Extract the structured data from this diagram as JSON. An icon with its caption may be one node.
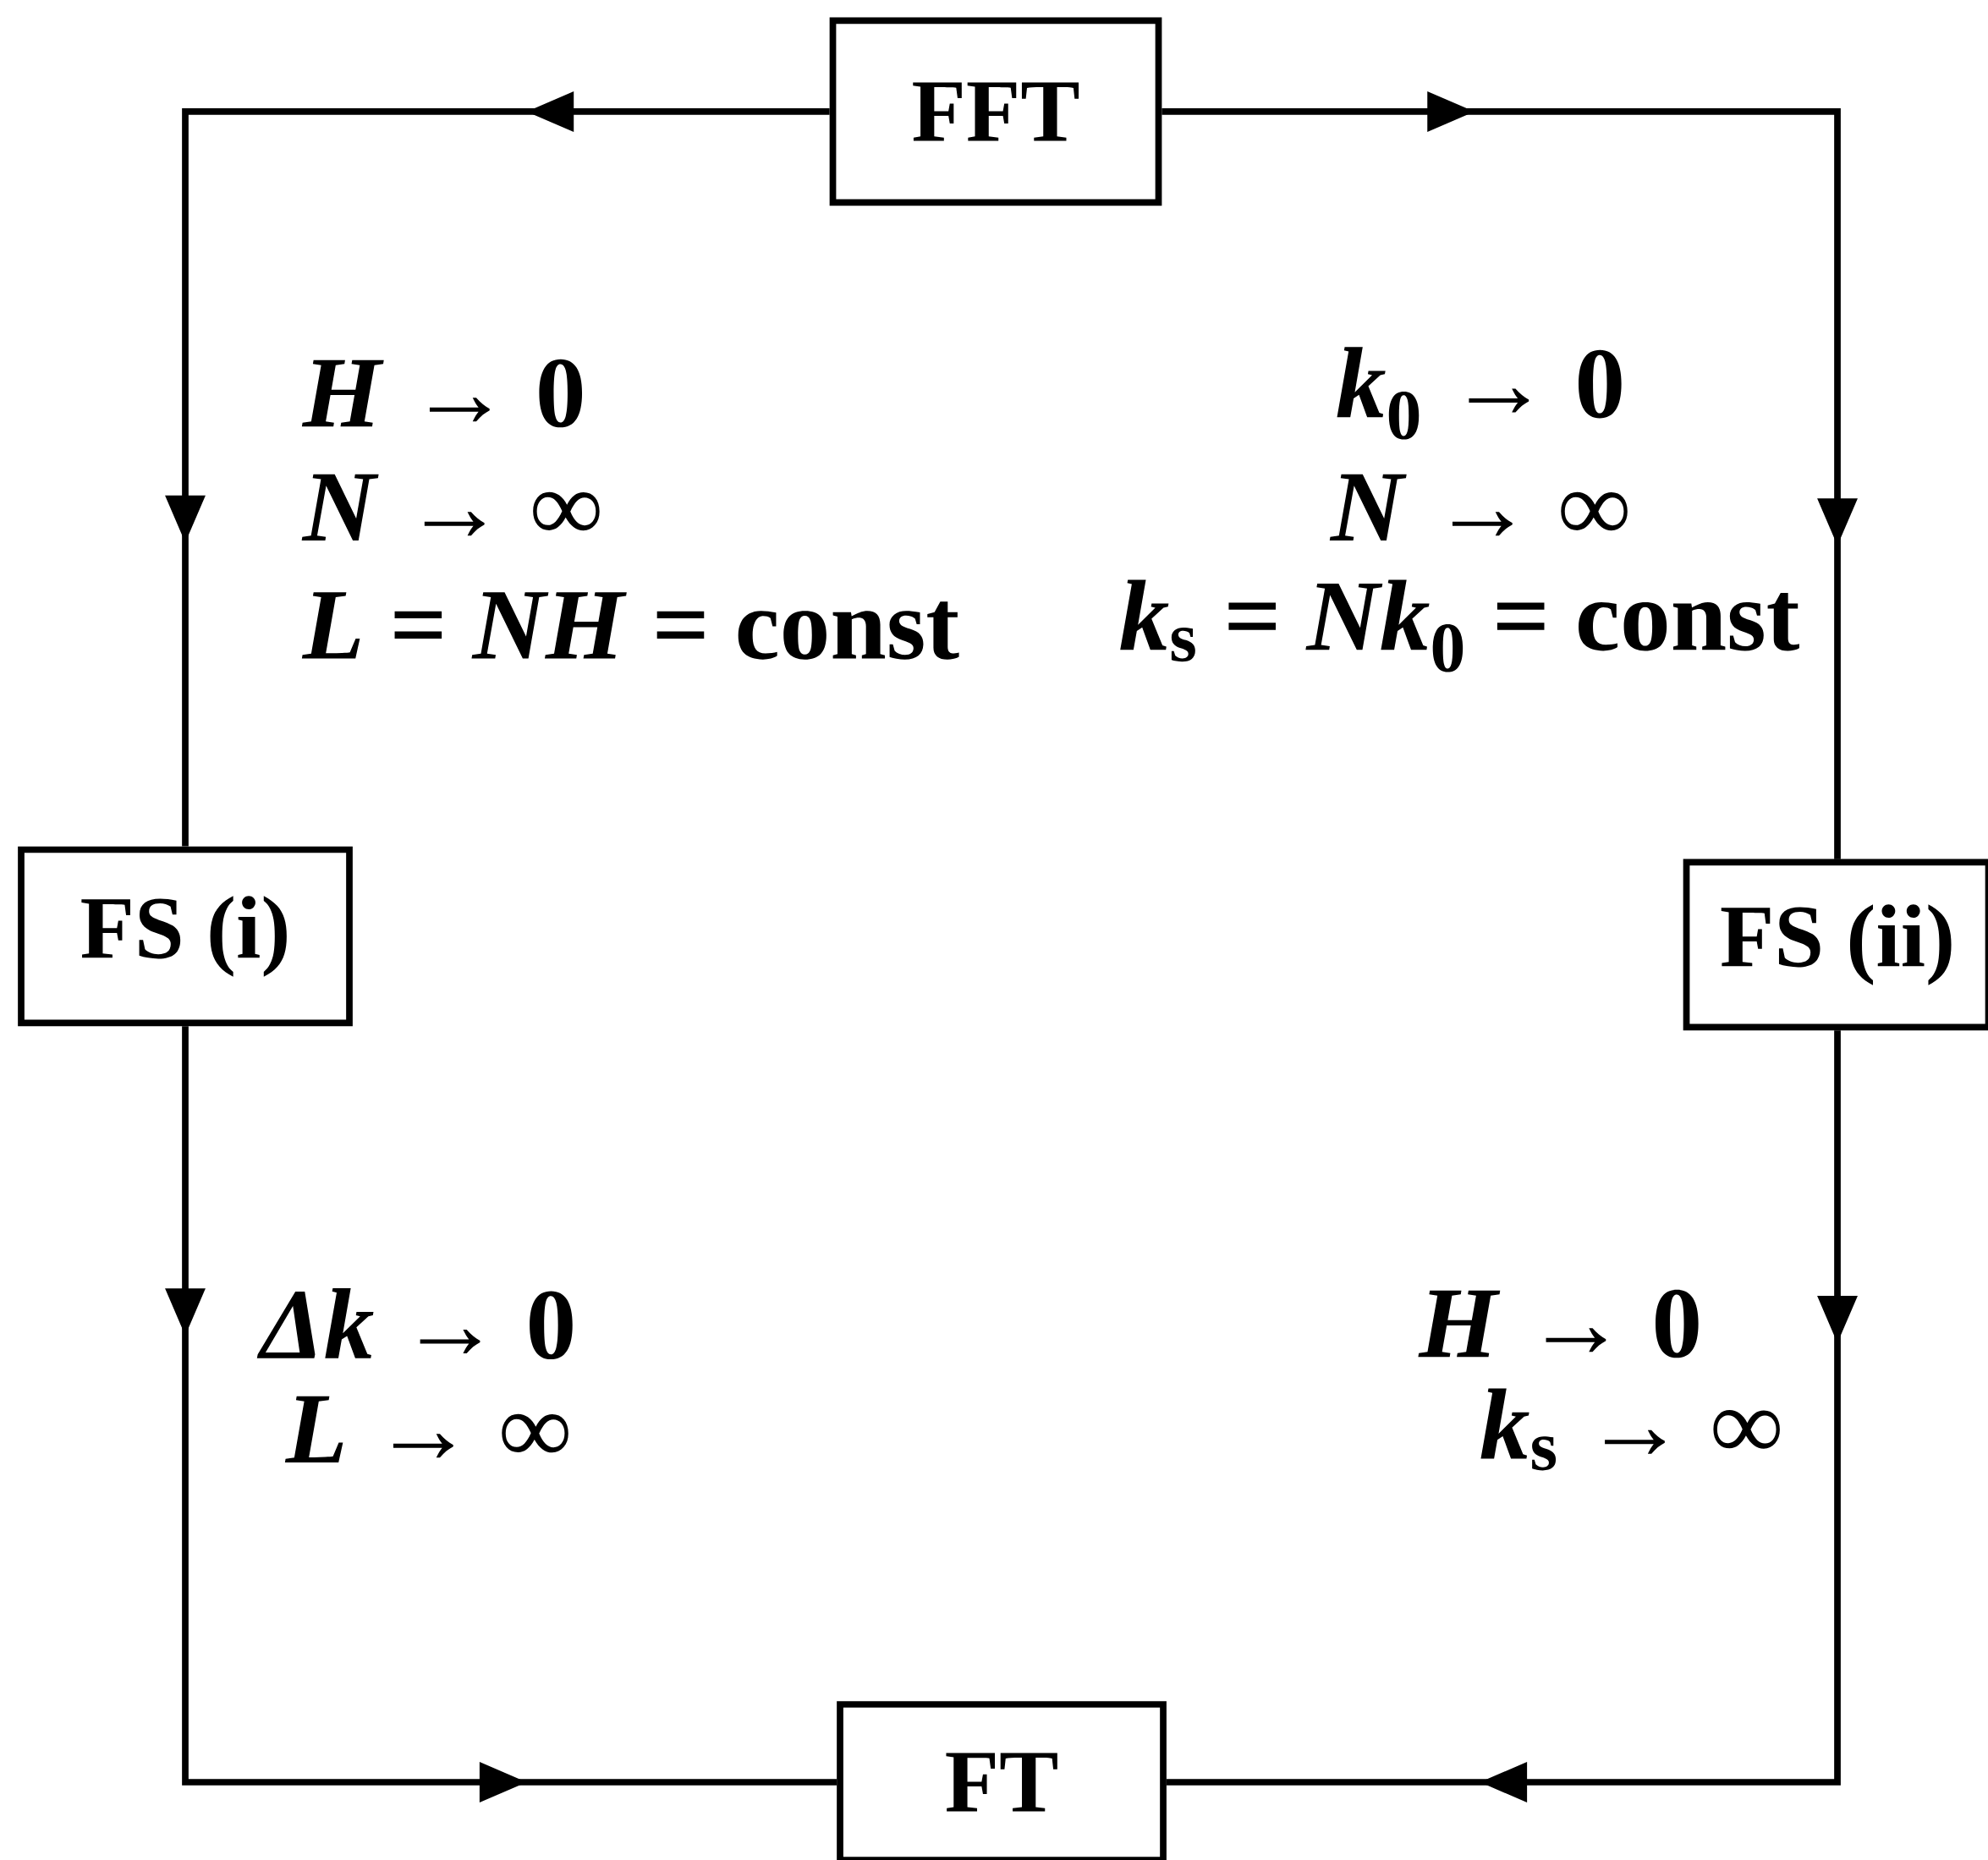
{
  "diagram": {
    "nodes": [
      {
        "text": [
          "FFT"
        ]
      },
      {
        "text": [
          "FS (i)"
        ]
      },
      {
        "text": [
          "FS (ii)"
        ]
      },
      {
        "text": [
          "FT"
        ]
      }
    ],
    "edges": [
      {
        "from": 0,
        "to": 1,
        "arrow": "to"
      },
      {
        "from": 0,
        "to": 2,
        "arrow": "to"
      },
      {
        "from": 1,
        "to": 3,
        "arrow": "to"
      },
      {
        "from": 2,
        "to": 3,
        "arrow": "to"
      }
    ],
    "labels": [
      "*H* → 0",
      "*N* → ∞",
      "*L* = *NH* = const",
      "*k*$_{0}$ → 0",
      "*N* → ∞",
      "*k*$_{s}$ = *Nk*$_{0}$ = const",
      "*Δk* → 0",
      "*L* → ∞",
      "*H* → 0",
      "*k*$_{s}$ → ∞"
    ]
  }
}
